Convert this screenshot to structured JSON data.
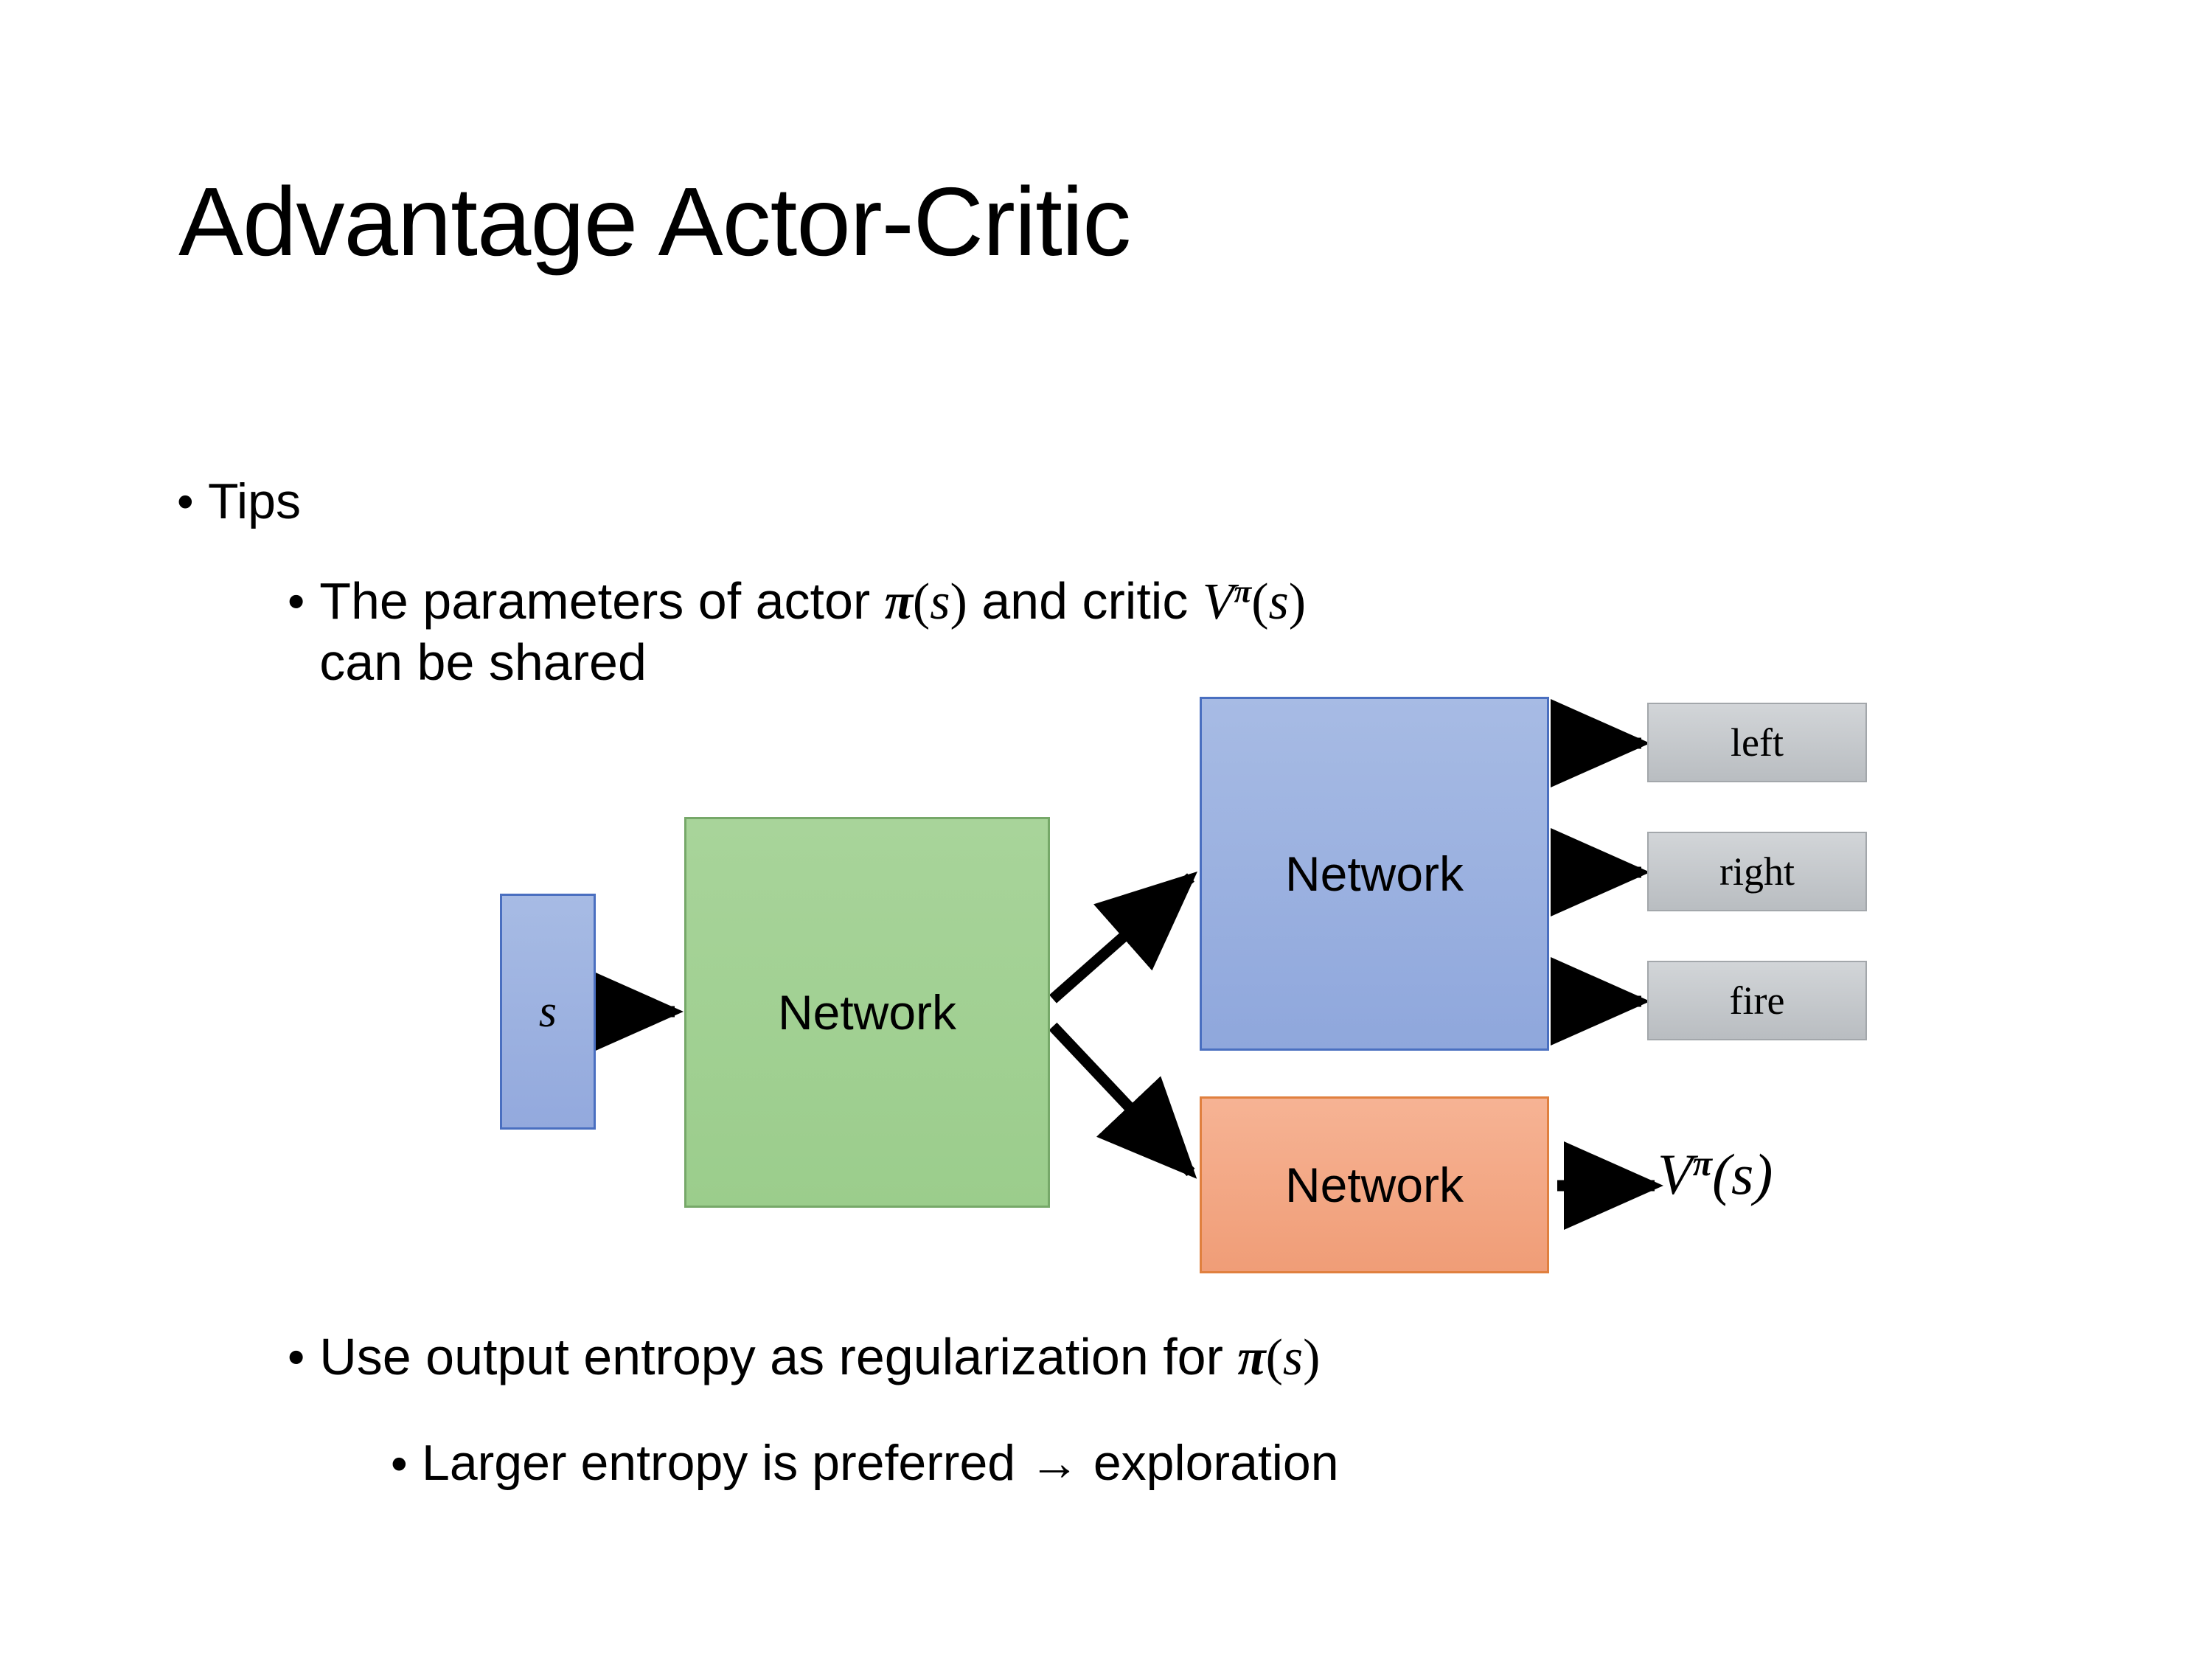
{
  "slide": {
    "title": "Advantage Actor-Critic",
    "background_color": "#ffffff",
    "text_color": "#000000"
  },
  "bullets": {
    "bullet_glyph": "•",
    "level1_tips": "Tips",
    "level2_shared_part1": "The parameters of actor ",
    "level2_shared_math_actor": "π(s)",
    "level2_shared_part2": "  and critic ",
    "level2_shared_math_critic_base": "V",
    "level2_shared_math_critic_sup": "π",
    "level2_shared_math_critic_arg": "(s)",
    "level2_shared_part3": "can be shared",
    "level2_entropy_part1": "Use output entropy as regularization for ",
    "level2_entropy_math": "π(s)",
    "level3_larger": "Larger entropy is preferred → exploration"
  },
  "diagram": {
    "state_box": {
      "label": "s",
      "fill": "#9fb5e1",
      "border": "#4a6fc0"
    },
    "shared_network_box": {
      "label": "Network",
      "fill": "#a1d091",
      "border": "#76a869"
    },
    "actor_network_box": {
      "label": "Network",
      "fill": "#9bb1e0",
      "border": "#4a6fc0"
    },
    "critic_network_box": {
      "label": "Network",
      "fill": "#f3a884",
      "border": "#e0803f"
    },
    "action_boxes": [
      {
        "label": "left",
        "fill": "#c6cacd",
        "border": "#a3a7ab"
      },
      {
        "label": "right",
        "fill": "#c6cacd",
        "border": "#a3a7ab"
      },
      {
        "label": "fire",
        "fill": "#c6cacd",
        "border": "#a3a7ab"
      }
    ],
    "value_output": {
      "base": "V",
      "superscript": "π",
      "argument": "(s)"
    },
    "arrow_color": "#000000",
    "arrows": [
      {
        "name": "state-to-shared",
        "from": "state_box",
        "to": "shared_network_box"
      },
      {
        "name": "shared-to-actor",
        "from": "shared_network_box",
        "to": "actor_network_box"
      },
      {
        "name": "shared-to-critic",
        "from": "shared_network_box",
        "to": "critic_network_box"
      },
      {
        "name": "actor-to-left",
        "from": "actor_network_box",
        "to": "left"
      },
      {
        "name": "actor-to-right",
        "from": "actor_network_box",
        "to": "right"
      },
      {
        "name": "actor-to-fire",
        "from": "actor_network_box",
        "to": "fire"
      },
      {
        "name": "critic-to-value",
        "from": "critic_network_box",
        "to": "value_output"
      }
    ]
  }
}
